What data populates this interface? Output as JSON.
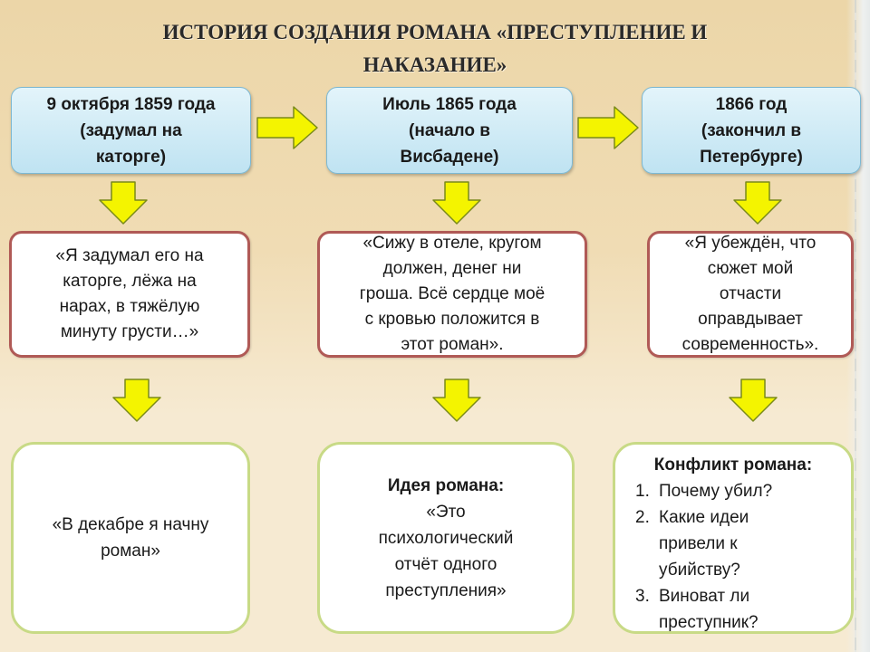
{
  "title_line1": "ИСТОРИЯ СОЗДАНИЯ РОМАНА «ПРЕСТУПЛЕНИЕ И",
  "title_line2": "НАКАЗАНИЕ»",
  "dates": [
    "9 октября 1859 года\n(задумал на\nкаторге)",
    "Июль 1865 года\n(начало в\nВисбадене)",
    "1866 год\n(закончил в\nПетербурге)"
  ],
  "quotes": [
    "«Я задумал его на\nкаторге, лёжа на\nнарах, в тяжёлую\nминуту грусти…»",
    "«Сижу в отеле, кругом\nдолжен, денег ни\nгроша. Всё сердце моё\nс кровью положится в\nэтот роман».",
    "«Я убеждён, что\nсюжет мой\nотчасти\nоправдывает\nсовременность»."
  ],
  "bottom_left": "«В декабре я начну\nроман»",
  "idea": {
    "heading": "Идея романа:",
    "text": "«Это\nпсихологический\nотчёт одного\nпреступления»"
  },
  "conflict": {
    "heading": "Конфликт романа:",
    "items": [
      {
        "num": "1.",
        "text": "Почему убил?"
      },
      {
        "num": "2.",
        "text": "Какие идеи\nпривели к\nубийству?"
      },
      {
        "num": "3.",
        "text": "Виноват ли\nпреступник?"
      }
    ]
  },
  "colors": {
    "arrow_fill": "#f4f400",
    "arrow_stroke": "#7a8a1a",
    "date_box": "#c6e6f3",
    "quote_border": "#b05a56",
    "bottom_border": "#c8da86"
  }
}
